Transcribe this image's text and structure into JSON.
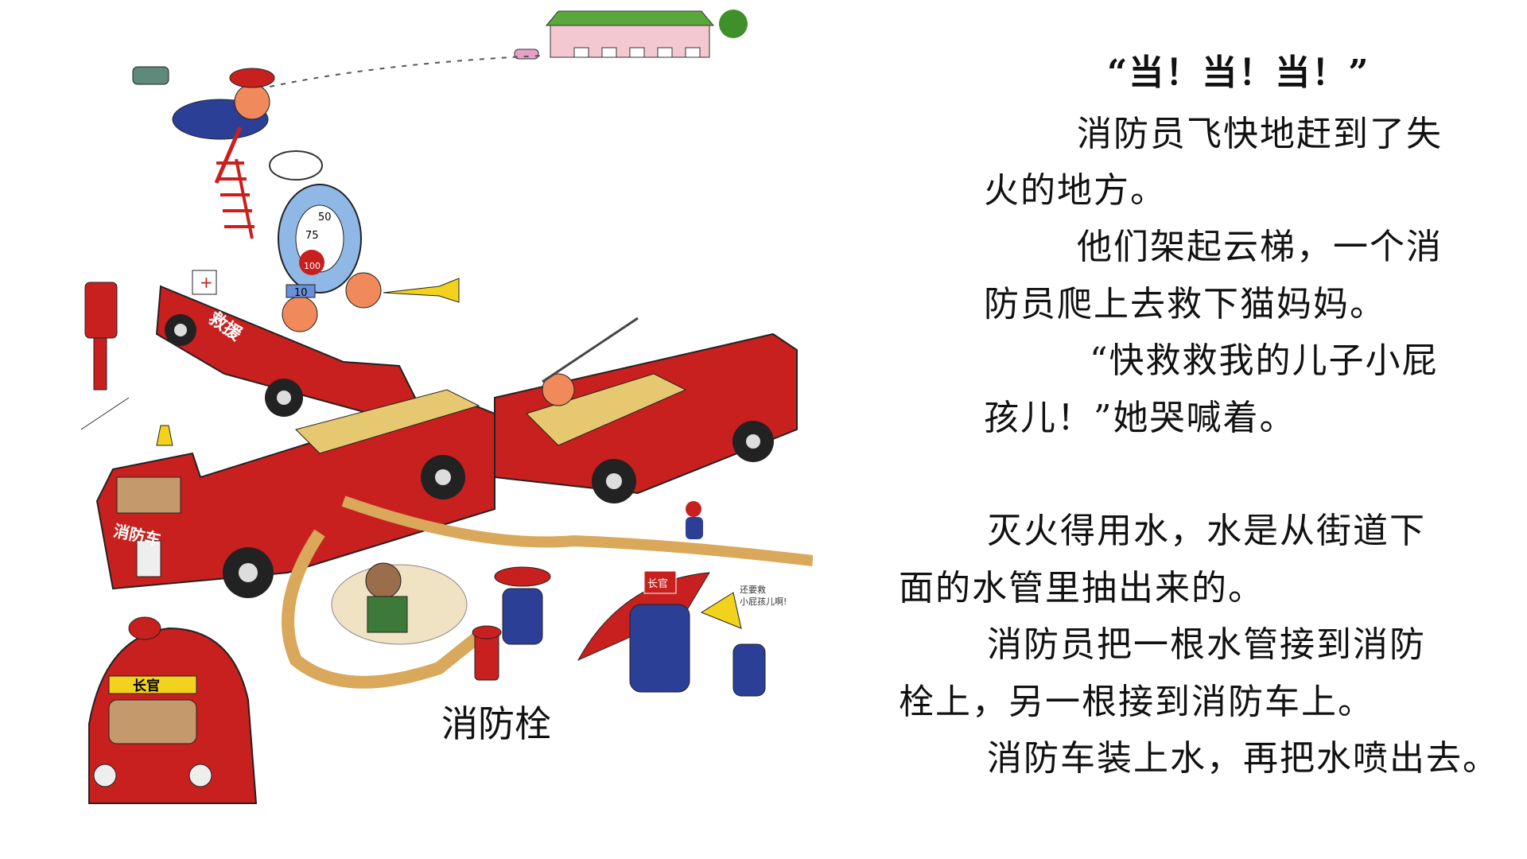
{
  "story": {
    "title": "“当！当！当！”",
    "paragraph1": [
      "消防员飞快地赶到了失",
      "火的地方。",
      "他们架起云梯，一个消",
      "防员爬上去救下猫妈妈。",
      "“快救救我的儿子小屁",
      "孩儿！”她哭喊着。"
    ],
    "paragraph2": [
      "灭火得用水，水是从街道下",
      "面的水管里抽出来的。",
      "消防员把一根水管接到消防",
      "栓上，另一根接到消防车上。",
      "消防车装上水，再把水喷出去。"
    ]
  },
  "illustration": {
    "caption": "消防栓",
    "rescue_car_label": "救援",
    "fire_truck_label": "消防车",
    "chief_car_label": "长官",
    "helmet_label": "长官",
    "speech_line1": "还要救",
    "speech_line2": "小屁孩儿啊!",
    "gauge_numbers": [
      "50",
      "75",
      "100"
    ],
    "helmet_number": "10",
    "colors": {
      "truck_red": "#c8201e",
      "hose": "#d9a85a",
      "uniform_blue": "#2b3f96",
      "roof_green": "#5aa83c"
    }
  }
}
